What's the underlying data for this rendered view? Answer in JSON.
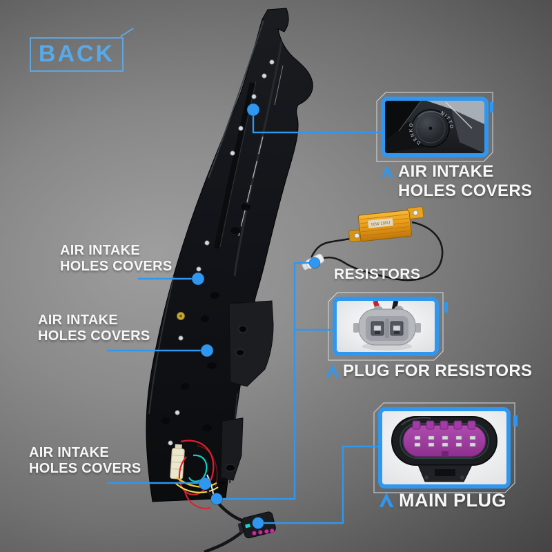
{
  "colors": {
    "accent": "#2f97ef",
    "back_text": "#57a9ea",
    "label_text": "#f7f7f7"
  },
  "back_label": "BACK",
  "left_labels": [
    {
      "line1": "AIR INTAKE",
      "line2": "HOLES COVERS"
    },
    {
      "line1": "AIR INTAKE",
      "line2": "HOLES COVERS"
    },
    {
      "line1": "AIR INTAKE",
      "line2": "HOLES COVERS"
    }
  ],
  "right_callouts": {
    "air_intake": {
      "line1": "AIR INTAKE",
      "line2": "HOLES COVERS"
    },
    "resistors": {
      "label": "RESISTORS"
    },
    "plug_for_resistors": {
      "label": "PLUG FOR RESISTORS"
    },
    "main_plug": {
      "label": "MAIN PLUG"
    }
  },
  "part_markings": {
    "cap_text_left": "DENKO",
    "cap_text_right": "NITTO",
    "resistor_label": "50W 10RJ"
  }
}
